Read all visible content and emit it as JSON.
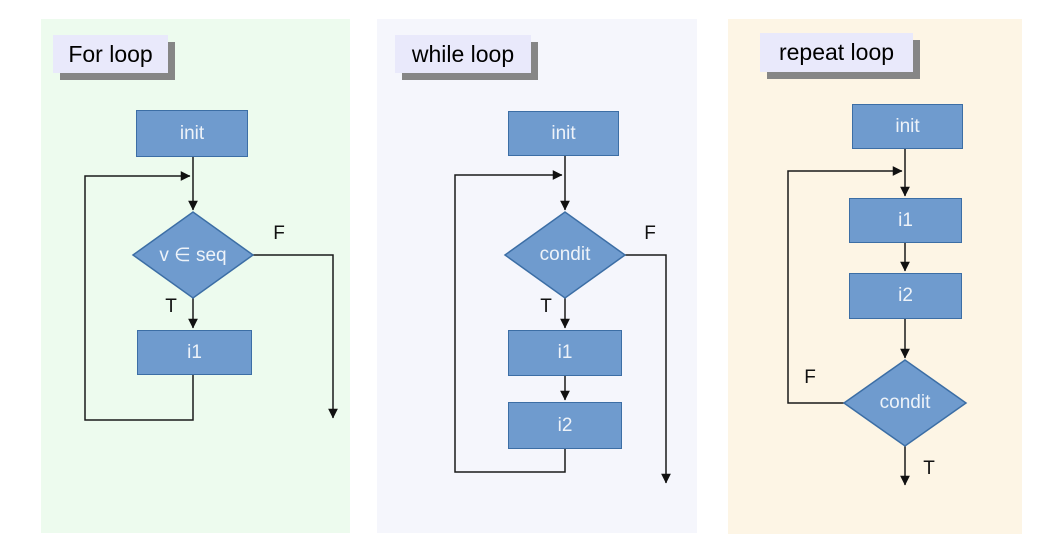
{
  "colors": {
    "panel_for_bg": "#edfbee",
    "panel_while_bg": "#f5f6fc",
    "panel_repeat_bg": "#fdf5e5",
    "node_fill": "#6f9bce",
    "node_border": "#3c6ea5",
    "node_text": "#eef3f9",
    "title_bg": "#e9e9fb",
    "title_shadow": "#868686",
    "line": "#1a1a1a"
  },
  "panels": [
    {
      "title": "For loop",
      "nodes": {
        "init": "init",
        "cond": "v ∈ seq",
        "i1": "i1"
      },
      "labels": {
        "t": "T",
        "f": "F"
      }
    },
    {
      "title": "while loop",
      "nodes": {
        "init": "init",
        "cond": "condit",
        "i1": "i1",
        "i2": "i2"
      },
      "labels": {
        "t": "T",
        "f": "F"
      }
    },
    {
      "title": "repeat loop",
      "nodes": {
        "init": "init",
        "i1": "i1",
        "i2": "i2",
        "cond": "condit"
      },
      "labels": {
        "t": "T",
        "f": "F"
      }
    }
  ]
}
